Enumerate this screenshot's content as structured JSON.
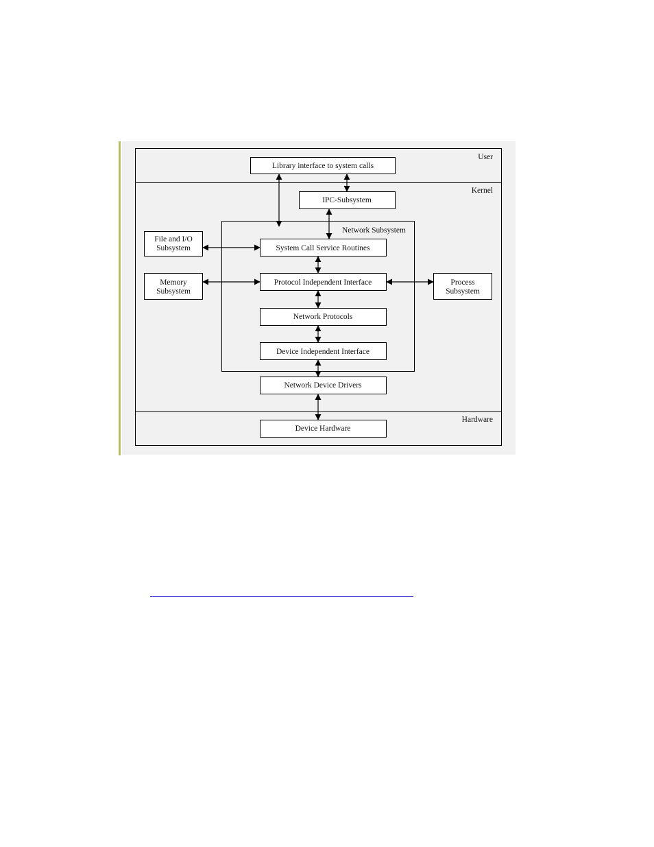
{
  "diagram": {
    "zones": {
      "user": "User",
      "kernel": "Kernel",
      "hardware": "Hardware"
    },
    "network_subsystem_label": "Network Subsystem",
    "boxes": {
      "library": "Library interface to system calls",
      "ipc": "IPC-Subsystem",
      "file_io_line1": "File and I/O",
      "file_io_line2": "Subsystem",
      "memory_line1": "Memory",
      "memory_line2": "Subsystem",
      "process_line1": "Process",
      "process_line2": "Subsystem",
      "syscall": "System Call Service Routines",
      "protocol_independent": "Protocol Independent Interface",
      "network_protocols": "Network Protocols",
      "device_independent": "Device Independent Interface",
      "network_drivers": "Network Device Drivers",
      "device_hardware": "Device Hardware"
    }
  }
}
